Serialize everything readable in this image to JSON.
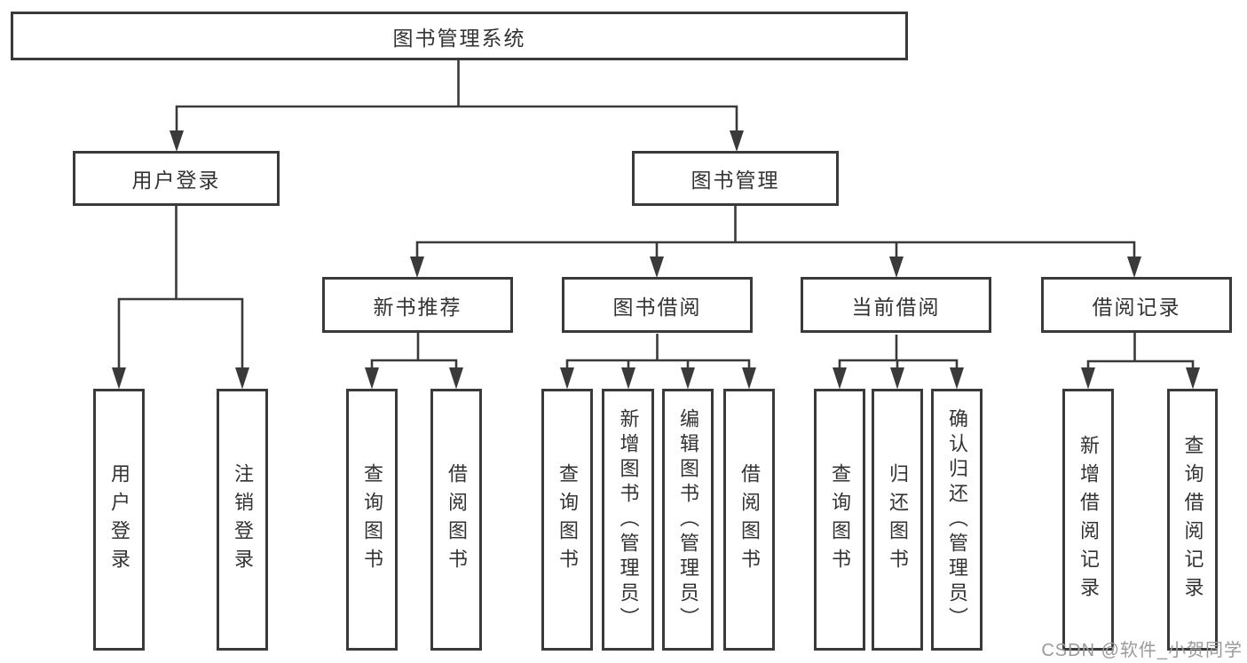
{
  "root": {
    "label": "图书管理系统"
  },
  "level2": {
    "user_login": "用户登录",
    "book_management": "图书管理"
  },
  "level3": {
    "new_book_recommend": "新书推荐",
    "book_borrowing": "图书借阅",
    "current_borrowing": "当前借阅",
    "borrowing_records": "借阅记录"
  },
  "leaves": {
    "user_login_children": [
      "用户登录",
      "注销登录"
    ],
    "new_book_children": [
      "查询图书",
      "借阅图书"
    ],
    "book_borrow_children": [
      "查询图书",
      "新增图书（管理员）",
      "编辑图书（管理员）",
      "借阅图书"
    ],
    "current_borrow_children": [
      "查询图书",
      "归还图书",
      "确认归还（管理员）"
    ],
    "borrow_records_children": [
      "新增借阅记录",
      "查询借阅记录"
    ]
  },
  "watermark": "CSDN @软件_小贺同学",
  "colors": {
    "line": "#3a3a3a",
    "text": "#333333",
    "watermark": "#9a9a9a",
    "background": "#ffffff"
  }
}
